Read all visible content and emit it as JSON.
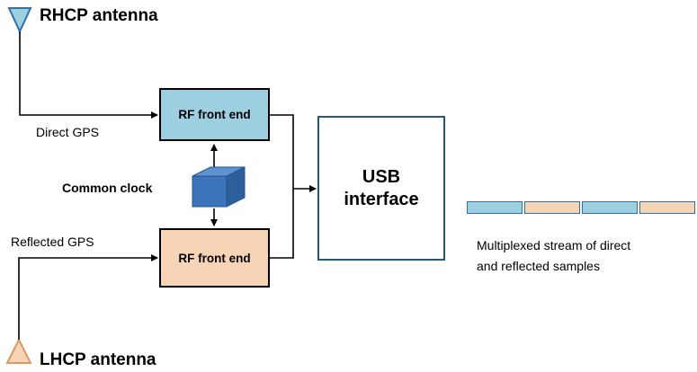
{
  "labels": {
    "rhcp_antenna": "RHCP antenna",
    "lhcp_antenna": "LHCP antenna",
    "direct_gps": "Direct GPS",
    "reflected_gps": "Reflected GPS",
    "common_clock": "Common clock",
    "rf_front_end_top": "RF front end",
    "rf_front_end_bottom": "RF front end",
    "usb_line1": "USB",
    "usb_line2": "interface",
    "stream_line1": "Multiplexed stream of direct",
    "stream_line2": "and reflected samples"
  },
  "colors": {
    "direct": "#9ccfe0",
    "reflected": "#f8d4b6",
    "clock_face": "#3b74b8",
    "usb_border": "#1d5a86"
  },
  "stream_segments": [
    "direct",
    "reflected",
    "direct",
    "reflected"
  ],
  "icons": [
    "rhcp-antenna-icon",
    "lhcp-antenna-icon",
    "clock-cube-icon"
  ]
}
